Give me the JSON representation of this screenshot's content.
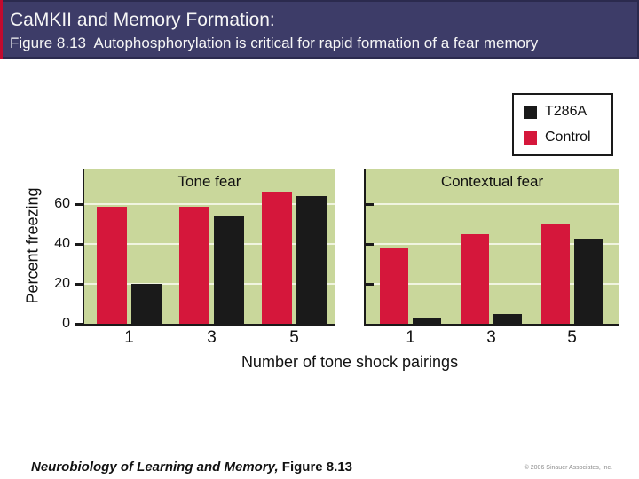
{
  "header": {
    "title": "CaMKII and Memory Formation:",
    "subtitle": "Figure 8.13  Autophosphorylation is critical for rapid formation of a fear memory"
  },
  "chart_data": {
    "type": "bar",
    "categories": [
      "1",
      "3",
      "5"
    ],
    "xlabel": "Number of tone shock pairings",
    "ylabel": "Percent freezing",
    "yticks": [
      0,
      20,
      40,
      60
    ],
    "ylim": [
      0,
      78
    ],
    "grid": "horizontal",
    "legend": {
      "position": "top-right",
      "items": [
        {
          "label": "T286A",
          "color": "#1a1a1a"
        },
        {
          "label": "Control",
          "color": "#d5173b"
        }
      ]
    },
    "panels": [
      {
        "title": "Tone fear",
        "yticks_labeled": true,
        "series": [
          {
            "name": "Control",
            "color": "#d5173b",
            "values": [
              59,
              59,
              66
            ]
          },
          {
            "name": "T286A",
            "color": "#1a1a1a",
            "values": [
              20,
              54,
              64
            ]
          }
        ]
      },
      {
        "title": "Contextual fear",
        "yticks_labeled": false,
        "series": [
          {
            "name": "Control",
            "color": "#d5173b",
            "values": [
              38,
              45,
              50
            ]
          },
          {
            "name": "T286A",
            "color": "#1a1a1a",
            "values": [
              3,
              5,
              43
            ]
          }
        ]
      }
    ]
  },
  "footer": {
    "credit_italic": "Neurobiology of Learning and Memory,",
    "credit_regular": " Figure 8.13",
    "copyright": "© 2006 Sinauer Associates, Inc."
  },
  "colors": {
    "header_bg": "#3d3c68",
    "header_border": "#2b2a4e",
    "accent_red_strip": "#c20a2e",
    "panel_bg": "#c9d79b",
    "gridline": "#f0f4e0",
    "bar_control": "#d5173b",
    "bar_t286a": "#1a1a1a"
  }
}
